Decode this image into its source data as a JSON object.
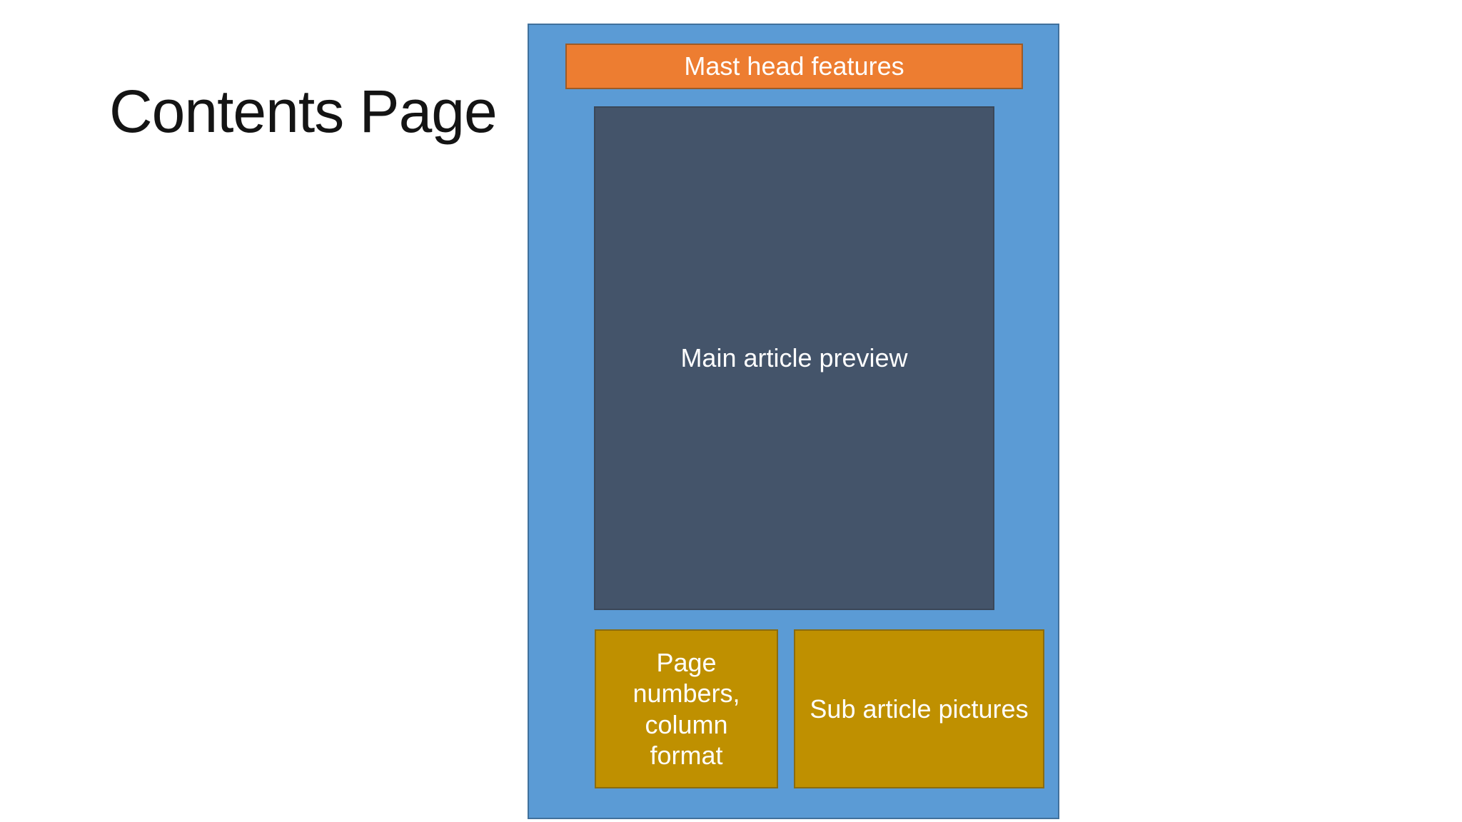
{
  "slide": {
    "title": "Contents Page",
    "mockup": {
      "masthead_label": "Mast head features",
      "main_preview_label": "Main article preview",
      "page_numbers_label": "Page numbers, column format",
      "sub_article_label": "Sub article pictures"
    },
    "colors": {
      "background": "#FFFFFF",
      "title_text": "#141414",
      "panel_blue": "#5B9BD5",
      "panel_blue_border": "#41719C",
      "masthead_orange": "#ED7D31",
      "preview_slate": "#44546A",
      "gold": "#BF9000",
      "shape_text": "#FFFFFF"
    }
  }
}
